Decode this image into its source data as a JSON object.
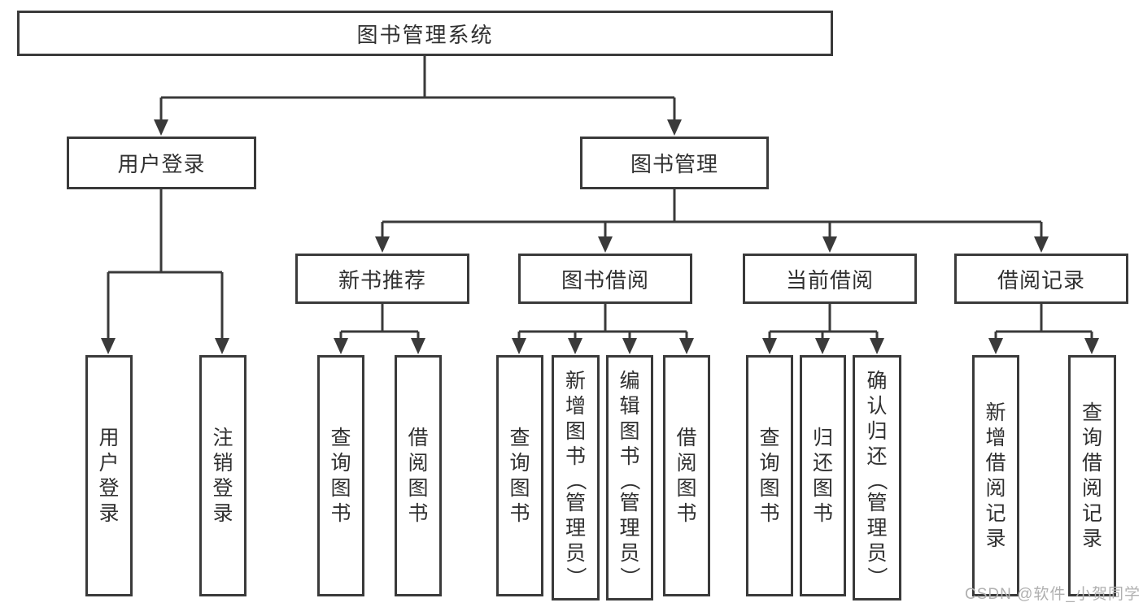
{
  "watermark": "CSDN @软件_小贺同学",
  "colors": {
    "line": "#3a3a3a",
    "box_border": "#3a3a3a",
    "box_background": "#ffffff",
    "text": "#303030",
    "watermark": "#b0b0b0",
    "background": "#ffffff"
  },
  "chart_data": {
    "type": "tree-diagram",
    "title": "图书管理系统"
  },
  "tree": {
    "root": {
      "label": "图书管理系统"
    },
    "level2": [
      {
        "label": "用户登录",
        "parent": "图书管理系统"
      },
      {
        "label": "图书管理",
        "parent": "图书管理系统"
      }
    ],
    "level3": [
      {
        "label": "新书推荐",
        "parent": "图书管理"
      },
      {
        "label": "图书借阅",
        "parent": "图书管理"
      },
      {
        "label": "当前借阅",
        "parent": "图书管理"
      },
      {
        "label": "借阅记录",
        "parent": "图书管理"
      }
    ],
    "leaves": [
      {
        "label": "用户登录",
        "parent": "用户登录"
      },
      {
        "label": "注销登录",
        "parent": "用户登录"
      },
      {
        "label": "查询图书",
        "parent": "新书推荐"
      },
      {
        "label": "借阅图书",
        "parent": "新书推荐"
      },
      {
        "label": "查询图书",
        "parent": "图书借阅"
      },
      {
        "label": "新增图书（管理员）",
        "parent": "图书借阅"
      },
      {
        "label": "编辑图书（管理员）",
        "parent": "图书借阅"
      },
      {
        "label": "借阅图书",
        "parent": "图书借阅"
      },
      {
        "label": "查询图书",
        "parent": "当前借阅"
      },
      {
        "label": "归还图书",
        "parent": "当前借阅"
      },
      {
        "label": "确认归还（管理员）",
        "parent": "当前借阅"
      },
      {
        "label": "新增借阅记录",
        "parent": "借阅记录"
      },
      {
        "label": "查询借阅记录",
        "parent": "借阅记录"
      }
    ]
  }
}
